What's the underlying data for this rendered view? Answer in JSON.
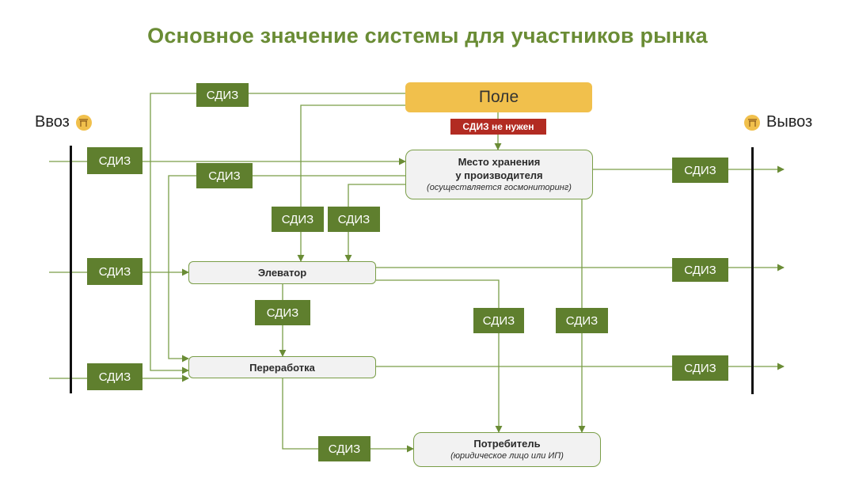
{
  "title": "Основное значение системы для участников рынка",
  "sides": {
    "import_label": "Ввоз",
    "export_label": "Вывоз"
  },
  "nodes": {
    "field": "Поле",
    "not_needed": "СДИЗ не нужен",
    "storage": {
      "name": "Место хранения\nу производителя",
      "note": "(осуществляется госмониторинг)"
    },
    "elevator": "Элеватор",
    "processing": "Переработка",
    "consumer": {
      "name": "Потребитель",
      "note": "(юридическое лицо или ИП)"
    }
  },
  "tag_label": "СДИЗ",
  "colors": {
    "title": "#6a8c35",
    "tag": "#5f7f2e",
    "field": "#f1c04c",
    "alert": "#b22b22",
    "line": "#7a9e48"
  },
  "icons": {
    "import": "gate-icon",
    "export": "gate-icon"
  }
}
